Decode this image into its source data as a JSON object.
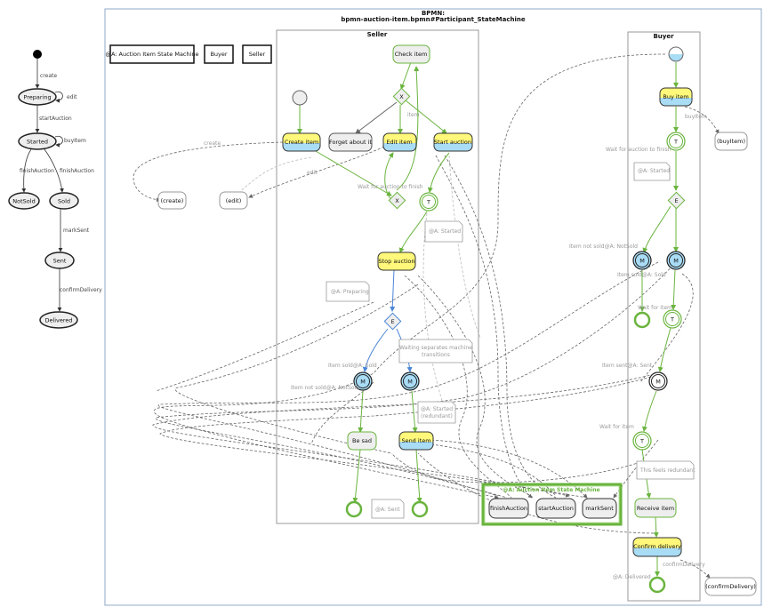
{
  "state_machine": {
    "create": "create",
    "preparing": "Preparing",
    "edit": "edit",
    "start_auction": "startAuction",
    "started": "Started",
    "buy_item": "buyItem",
    "finish_auction_a": "finishAuction",
    "finish_auction_b": "finishAuction",
    "not_sold": "NotSold",
    "sold": "Sold",
    "mark_sent": "markSent",
    "sent": "Sent",
    "confirm_delivery": "confirmDelivery",
    "delivered": "Delivered"
  },
  "bpmn": {
    "title_line1": "BPMN:",
    "title_line2": "bpmn-auction-item.bpmn#Participant_StateMachine",
    "legend": [
      "@A: Auction Item State Machine",
      "Buyer",
      "Seller"
    ],
    "seller_lane": "Seller",
    "buyer_lane": "Buyer",
    "seller": {
      "check_item": "Check item",
      "create_item": "Create item",
      "forget": "Forget about it",
      "edit_item": "Edit item",
      "start_auction": "Start auction",
      "item_label": "item",
      "wait_label": "Wait for auction to finish",
      "stop_auction": "Stop auction",
      "note_started": "@A: Started",
      "note_preparing": "@A: Preparing",
      "note_waiting_1": "Waiting separates machine",
      "note_waiting_2": "transitions",
      "item_sold": "Item sold@A: Sold",
      "item_not_sold": "Item not sold@A: NotSold",
      "note_started_red_1": "@A: Started",
      "note_started_red_2": "(redundant)",
      "be_sad": "Be sad",
      "send_item": "Send item",
      "note_sent": "@A: Sent",
      "create_ext": "(create)",
      "edit_ext": "(edit)",
      "create_edge": "create",
      "edit_edge": "edit"
    },
    "buyer": {
      "buy_item": "Buy item",
      "buy_edge": "buyItem",
      "buy_ext": "(buyItem)",
      "wait_finish": "Wait for auction to finish",
      "note_started": "@A: Started",
      "item_not_sold": "Item not sold@A: NotSold",
      "item_sold": "Item sold@A: Sold",
      "wait_item": "Wait for item",
      "item_sent": "Item sent@A: Sent",
      "wait_item2": "Wait for item",
      "note_redundant": "This feels redundant",
      "receive_item": "Receive item",
      "confirm_delivery": "Confirm delivery",
      "note_delivered": "@A: Delivered",
      "confirm_edge": "confirmDelivery",
      "confirm_ext": "(confirmDelivery)"
    },
    "machine": {
      "title": "@A: Auction Item State Machine",
      "finish_auction": "finishAuction",
      "start_auction": "startAuction",
      "mark_sent": "markSent"
    },
    "markers": {
      "x": "X",
      "e": "E",
      "m": "M",
      "t": "T"
    }
  },
  "colors": {
    "green": "#6ab43e",
    "blue": "#4a86d8",
    "task_yellow": "#fff87a",
    "task_blue": "#a9dcf5",
    "task_gray": "#eeeeee",
    "frame_blue": "#8fa8c8"
  }
}
